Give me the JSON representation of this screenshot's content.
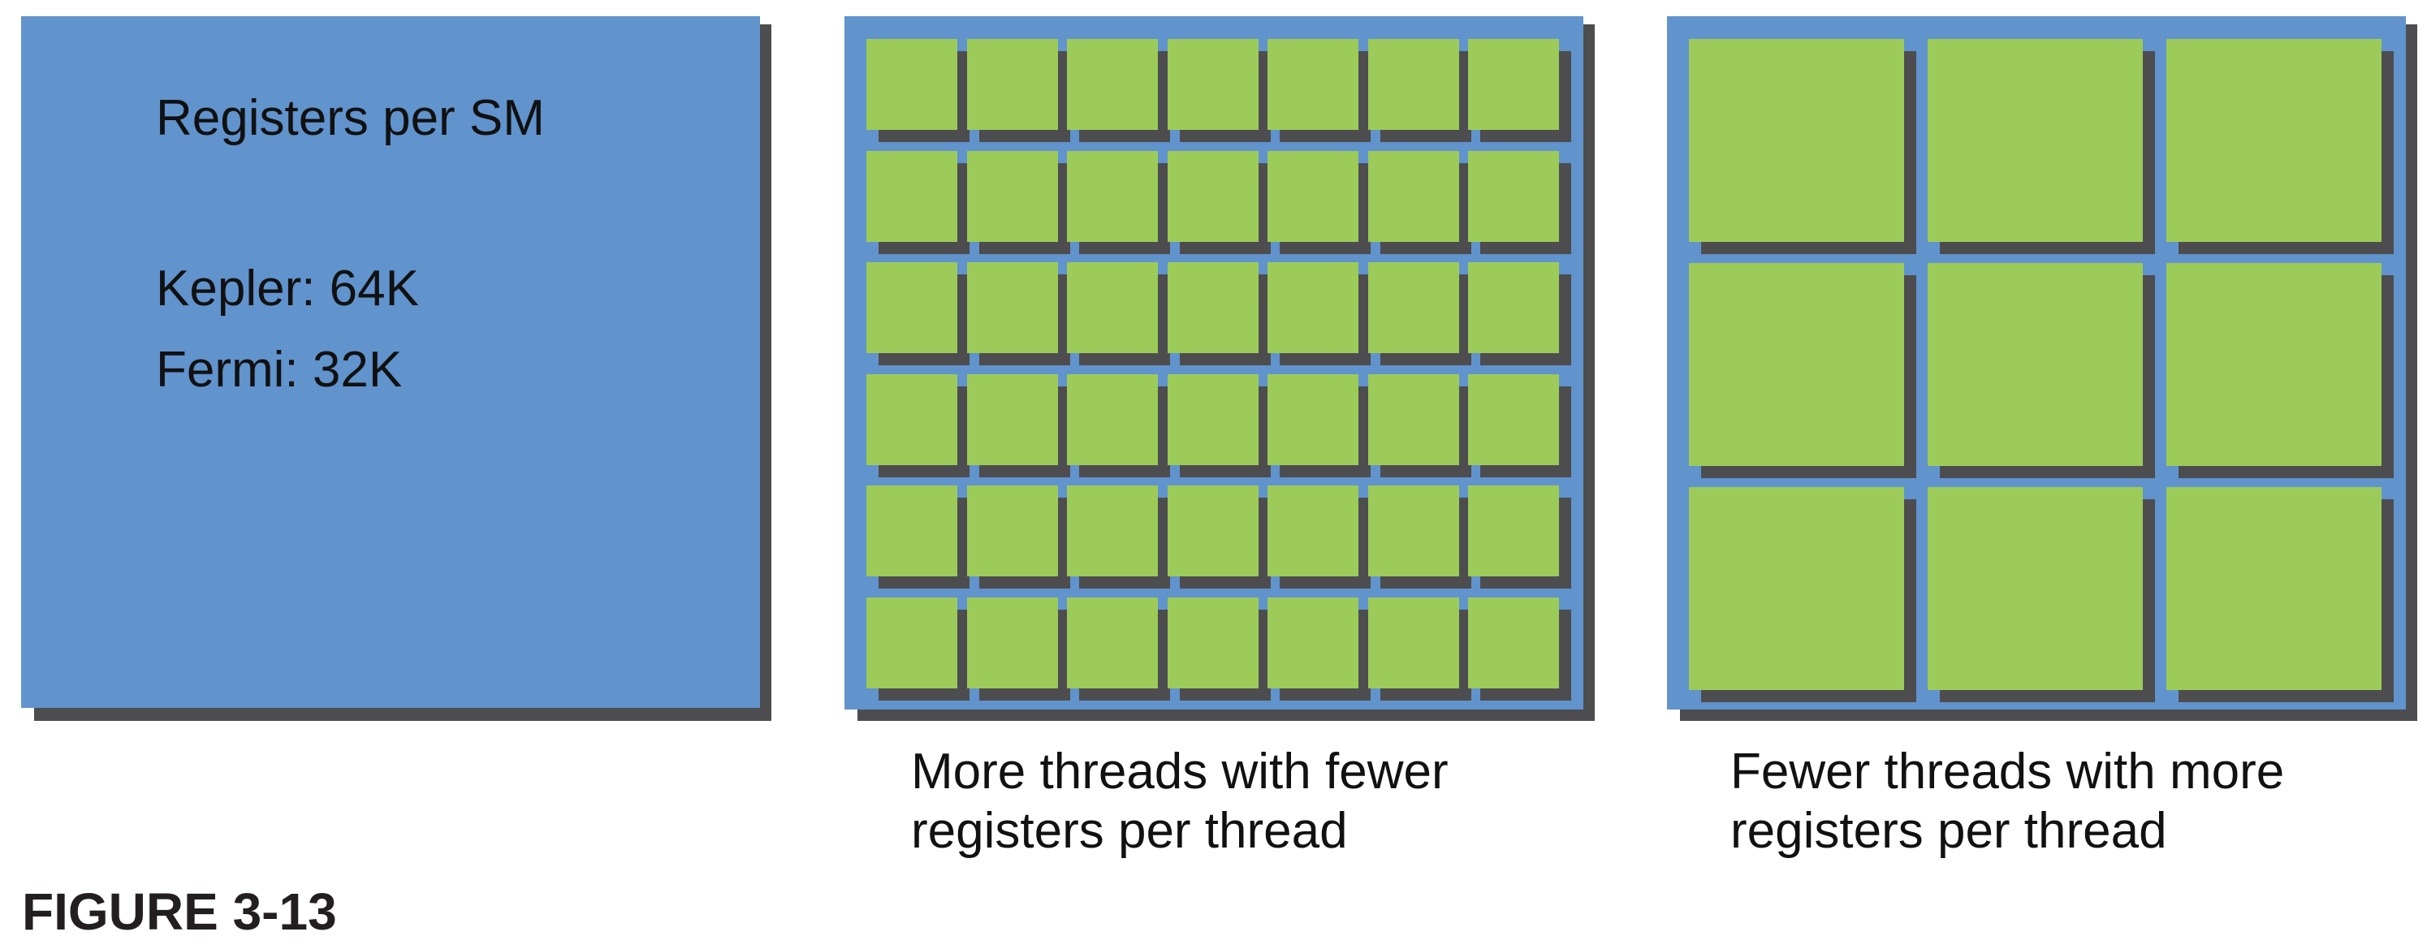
{
  "info_box": {
    "title": "Registers per SM",
    "kepler": "Kepler: 64K",
    "fermi": "Fermi: 32K"
  },
  "panels": [
    {
      "id": "many-small",
      "grid": {
        "cols": 7,
        "rows": 6
      },
      "caption": [
        "More threads with fewer",
        "registers per thread"
      ]
    },
    {
      "id": "few-large",
      "grid": {
        "cols": 3,
        "rows": 3
      },
      "caption": [
        "Fewer threads with more",
        "registers per thread"
      ]
    }
  ],
  "figure_label": "FIGURE 3-13",
  "colors": {
    "panel_blue": "#6193cd",
    "cell_green": "#9ccb59",
    "shadow_gray": "#4d4d4f"
  }
}
